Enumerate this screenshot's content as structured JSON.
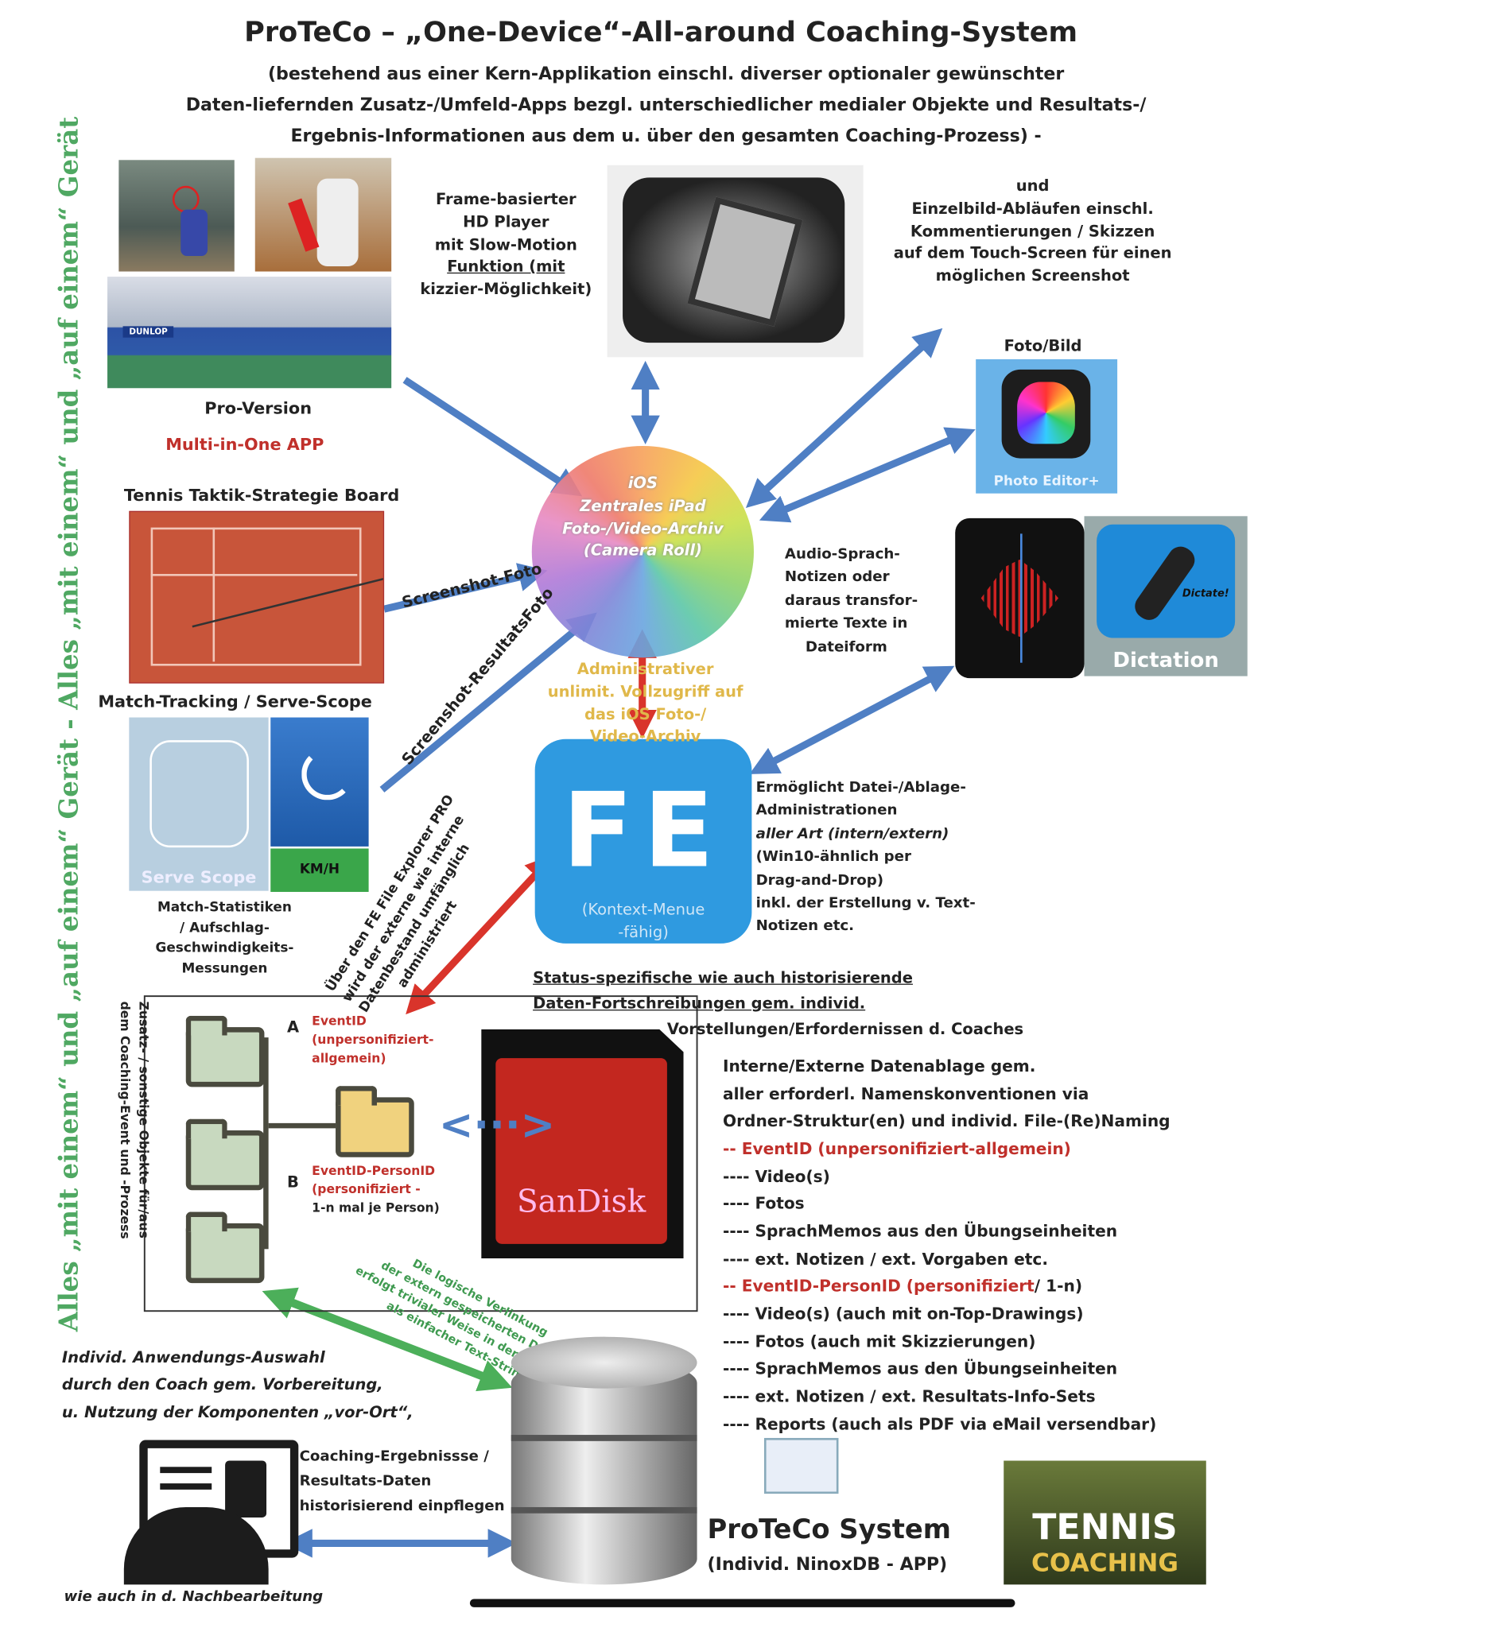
{
  "title": "ProTeCo – „One-Device“-All-around Coaching-System",
  "subtitle": [
    "(bestehend aus einer Kern-Applikation einschl. diverser optionaler gewünschter",
    "Daten-liefernden Zusatz-/Umfeld-Apps bezgl. unterschiedlicher medialer Objekte und Resultats-/",
    "Ergebnis-Informationen aus dem  u. über den gesamten Coaching-Prozess) -"
  ],
  "side_text_left": "Alles „mit einem“ und „auf einem“ Gerät  -  Alles „mit einem“ und „auf einem“ Gerät",
  "player": {
    "lines": [
      "Frame-basierter",
      "HD Player",
      "mit Slow-Motion",
      "Funktion (mit",
      "kizzier-Möglichkeit)"
    ]
  },
  "pro_version": {
    "label": "Pro-Version",
    "sub": "Multi-in-One APP",
    "banner": "DUNLOP"
  },
  "einzelbild": {
    "lines": [
      "und",
      "Einzelbild-Abläufen einschl.",
      "Kommentierungen / Skizzen",
      "auf dem Touch-Screen für einen",
      "möglichen Screenshot"
    ]
  },
  "photo_editor": {
    "title": "Foto/Bild",
    "app": "Photo Editor+"
  },
  "center_archive": {
    "lines": [
      "iOS",
      "Zentrales iPad",
      "Foto-/Video-Archiv",
      "(Camera Roll)"
    ]
  },
  "tactics_board": {
    "title": "Tennis Taktik-Strategie Board",
    "arrow_label": "Screenshot-Foto"
  },
  "match_tracking": {
    "title": "Match-Tracking / Serve-Scope",
    "app": "Serve Scope",
    "speed": "KM/H",
    "arrow_label": "Screenshot-ResultatsFoto",
    "desc": [
      "Match-Statistiken",
      "/ Aufschlag-",
      "Geschwindigkeits-",
      "Messungen"
    ]
  },
  "audio": {
    "lines": [
      "Audio-Sprach-",
      "Notizen oder",
      "daraus transfor-",
      "mierte Texte in",
      "Dateiform"
    ],
    "app": "Dictation",
    "mic_label": "Dictate!"
  },
  "admin_access": {
    "lines": [
      "Administrativer",
      "unlimit. Vollzugriff auf",
      "das iOS Foto-/",
      "Video-Archiv"
    ]
  },
  "fe_app": {
    "logo": "FE",
    "sub": [
      "(Kontext-Menue",
      "-fähig)"
    ]
  },
  "fe_desc": [
    "Ermöglicht Datei-/Ablage-",
    "Administrationen",
    "aller Art (intern/extern)",
    "(Win10-ähnlich per",
    "Drag-and-Drop)",
    "inkl. der Erstellung v. Text-",
    "Notizen etc."
  ],
  "fe_explorer_note": [
    "Über den FE File Explorer PRO",
    "wird der externe wie interne",
    "Datenbestand umfänglich",
    "administriert"
  ],
  "status_note": [
    "Status-spezifische wie auch historisierende",
    "Daten-Fortschreibungen gem. individ.",
    "Vorstellungen/Erfordernissen d. Coaches"
  ],
  "folders": {
    "side_label": [
      "Zusatz- / sonstige Objekte für/aus",
      "dem Coaching-Event und -Prozess"
    ],
    "a_letter": "A",
    "a_text": [
      "EventID",
      "(unpersonifiziert-",
      "allgemein)"
    ],
    "b_letter": "B",
    "b_text": [
      "EventID-PersonID",
      "(personifiziert -",
      "1-n  mal je Person)"
    ],
    "sd_brand": "SanDisk"
  },
  "storage": {
    "intro": [
      "Interne/Externe Datenablage gem.",
      "aller erforderl. Namenskonventionen via",
      "Ordner-Struktur(en) und individ. File-(Re)Naming"
    ],
    "group_a": "-- EventID (unpersonifiziert-allgemein)",
    "items_a": [
      "---- Video(s)",
      "---- Fotos",
      "---- SprachMemos aus den Übungseinheiten",
      "---- ext. Notizen / ext. Vorgaben etc."
    ],
    "group_b_red": "-- EventID-PersonID (personifiziert",
    "group_b_rest": "/ 1-n)",
    "items_b": [
      "---- Video(s)  (auch mit on-Top-Drawings)",
      "---- Fotos (auch mit Skizzierungen)",
      "---- SprachMemos  aus den Übungseinheiten",
      "---- ext. Notizen / ext. Resultats-Info-Sets",
      "---- Reports (auch als PDF via eMail versendbar)"
    ]
  },
  "green_note": [
    "Die logische Verlinkung",
    "der extern gespeicherten Daten",
    "erfolgt trivialer Weise in der Ninox-DB",
    "als einfacher Text-String"
  ],
  "coach_note": [
    "Individ. Anwendungs-Auswahl",
    "durch den Coach gem. Vorbereitung,",
    "u. Nutzung der Komponenten „vor-Ort“,"
  ],
  "coach_bottom": "wie auch in d. Nachbearbeitung",
  "results_note": [
    "Coaching-Ergebnissse /",
    "Resultats-Daten",
    "historisierend einpflegen"
  ],
  "system": {
    "name": "ProTeCo System",
    "sub": "(Individ. NinoxDB - APP)"
  },
  "book": {
    "line1": "TENNIS",
    "line2": "COACHING"
  },
  "colors": {
    "arrow_blue": "#4f7fc4",
    "arrow_red": "#d9342b",
    "arrow_green": "#4caf5a",
    "fe_blue": "#2f9ae0"
  }
}
